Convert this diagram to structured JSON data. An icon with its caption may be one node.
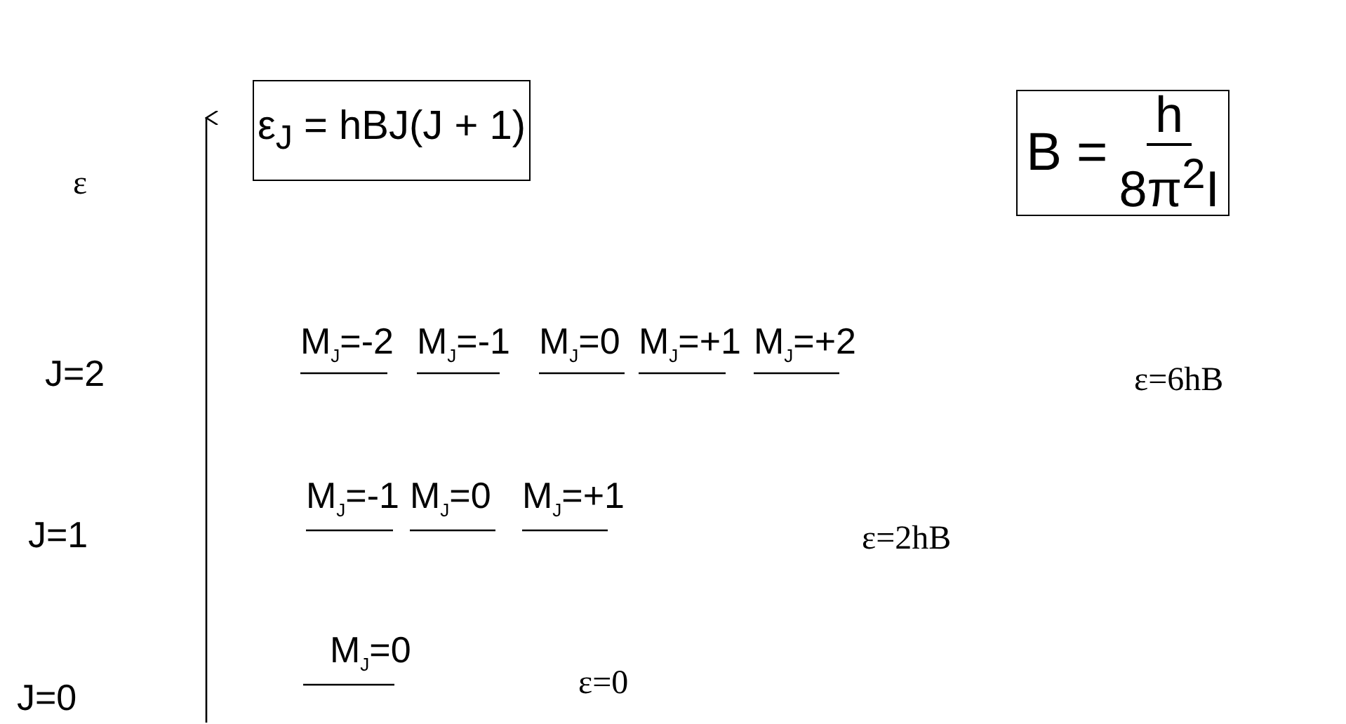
{
  "diagram": {
    "nodes": [
      {
        "text": [
          "ε$_{J}$ = hBJ(J + 1)"
        ]
      },
      {
        "text": [
          "B =",
          "h",
          "8π$^{2}$I"
        ]
      }
    ],
    "labels": [
      "ε",
      "M$_{J}$=-2",
      "M$_{J}$=-1",
      "M$_{J}$=0",
      "M$_{J}$=+1",
      "M$_{J}$=+2",
      "J=2",
      "ε=6hB",
      "M$_{J}$=-1",
      "M$_{J}$=0",
      "M$_{J}$=+1",
      "J=1",
      "ε=2hB",
      "M$_{J}$=0",
      "J=0",
      "ε=0"
    ]
  }
}
